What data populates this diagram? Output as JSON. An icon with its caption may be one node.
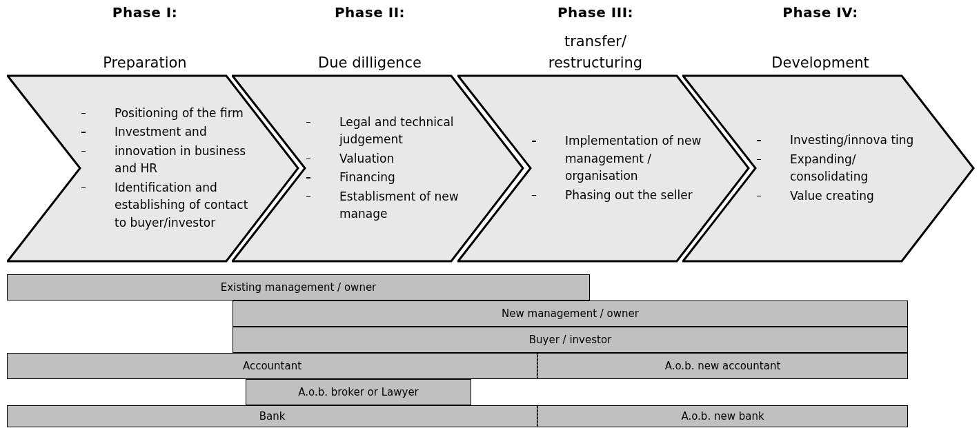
{
  "diagram": {
    "nodes": [
      {
        "text": [
          "Phase I:",
          "Preparation",
          "Positioning of the firm",
          "Investment and",
          "innovation in business and HR",
          "Identification and establishing of contact to buyer/investor"
        ]
      },
      {
        "text": [
          "Phase II:",
          "Due dilligence",
          "Legal and technical judgement",
          "Valuation",
          "Financing",
          "Establisment of new manage"
        ]
      },
      {
        "text": [
          "Phase III:",
          "transfer/ restructuring",
          "Implementation of new management / organisation",
          "Phasing out the seller"
        ]
      },
      {
        "text": [
          "Phase IV:",
          "Development",
          "Investing/innova ting",
          "Expanding/ consolidating",
          "Value creating"
        ]
      },
      {
        "text": [
          "Existing management / owner"
        ]
      },
      {
        "text": [
          "New management / owner"
        ]
      },
      {
        "text": [
          "Buyer / investor"
        ]
      },
      {
        "text": [
          "Accountant"
        ]
      },
      {
        "text": [
          "A.o.b. new accountant"
        ]
      },
      {
        "text": [
          "A.o.b. broker or Lawyer"
        ]
      },
      {
        "text": [
          "Bank"
        ]
      },
      {
        "text": [
          "A.o.b. new bank"
        ]
      }
    ]
  }
}
